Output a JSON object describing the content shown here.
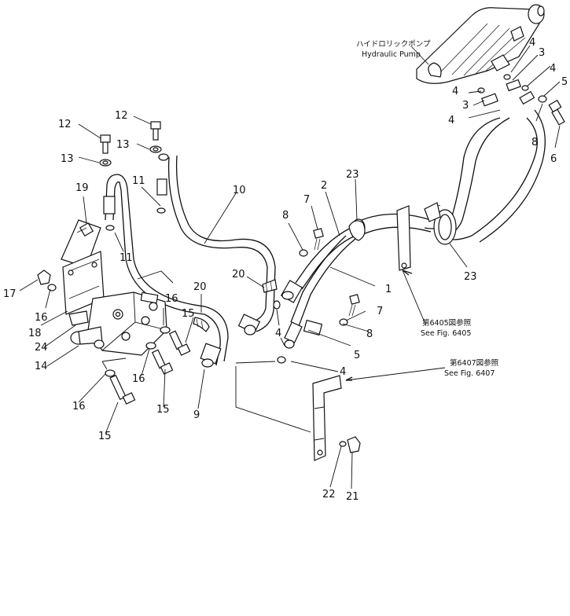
{
  "pump_label": {
    "jp": "ハイドロリックポンプ",
    "en": "Hydraulic Pump"
  },
  "references": [
    {
      "id": "ref-6405",
      "jp": "第6405図参照",
      "en": "See Fig. 6405"
    },
    {
      "id": "ref-6407",
      "jp": "第6407図参照",
      "en": "See Fig. 6407"
    }
  ],
  "callouts": [
    {
      "id": "c1",
      "text": "1"
    },
    {
      "id": "c2",
      "text": "2"
    },
    {
      "id": "c3a",
      "text": "3"
    },
    {
      "id": "c3b",
      "text": "3"
    },
    {
      "id": "c4a",
      "text": "4"
    },
    {
      "id": "c4b",
      "text": "4"
    },
    {
      "id": "c4c",
      "text": "4"
    },
    {
      "id": "c4d",
      "text": "4"
    },
    {
      "id": "c4e",
      "text": "4"
    },
    {
      "id": "c4f",
      "text": "4"
    },
    {
      "id": "c5a",
      "text": "5"
    },
    {
      "id": "c5b",
      "text": "5"
    },
    {
      "id": "c6",
      "text": "6"
    },
    {
      "id": "c7a",
      "text": "7"
    },
    {
      "id": "c7b",
      "text": "7"
    },
    {
      "id": "c8a",
      "text": "8"
    },
    {
      "id": "c8b",
      "text": "8"
    },
    {
      "id": "c8c",
      "text": "8"
    },
    {
      "id": "c9",
      "text": "9"
    },
    {
      "id": "c10",
      "text": "10"
    },
    {
      "id": "c11a",
      "text": "11"
    },
    {
      "id": "c11b",
      "text": "11"
    },
    {
      "id": "c12a",
      "text": "12"
    },
    {
      "id": "c12b",
      "text": "12"
    },
    {
      "id": "c13a",
      "text": "13"
    },
    {
      "id": "c13b",
      "text": "13"
    },
    {
      "id": "c14",
      "text": "14"
    },
    {
      "id": "c15a",
      "text": "15"
    },
    {
      "id": "c15b",
      "text": "15"
    },
    {
      "id": "c15c",
      "text": "15"
    },
    {
      "id": "c16a",
      "text": "16"
    },
    {
      "id": "c16b",
      "text": "16"
    },
    {
      "id": "c16c",
      "text": "16"
    },
    {
      "id": "c16d",
      "text": "16"
    },
    {
      "id": "c17",
      "text": "17"
    },
    {
      "id": "c18",
      "text": "18"
    },
    {
      "id": "c19",
      "text": "19"
    },
    {
      "id": "c20a",
      "text": "20"
    },
    {
      "id": "c20b",
      "text": "20"
    },
    {
      "id": "c21",
      "text": "21"
    },
    {
      "id": "c22",
      "text": "22"
    },
    {
      "id": "c23a",
      "text": "23"
    },
    {
      "id": "c23b",
      "text": "23"
    },
    {
      "id": "c24",
      "text": "24"
    }
  ]
}
